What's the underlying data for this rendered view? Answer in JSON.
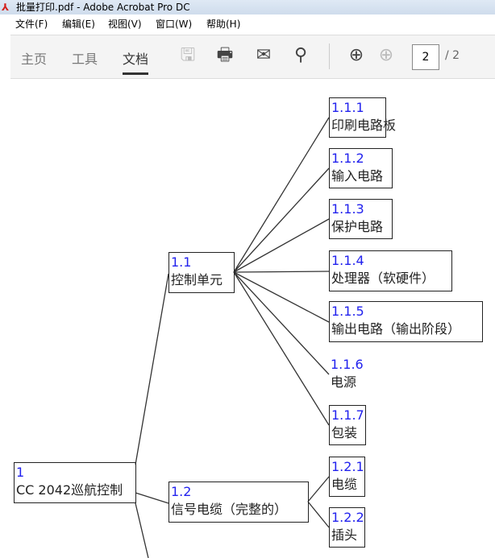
{
  "window": {
    "title": "批量打印.pdf - Adobe Acrobat Pro DC"
  },
  "menu": [
    "文件(F)",
    "编辑(E)",
    "视图(V)",
    "窗口(W)",
    "帮助(H)"
  ],
  "tabs": [
    "主页",
    "工具",
    "文档"
  ],
  "page": {
    "current": "2",
    "total": "/ 2"
  },
  "nodes": [
    {
      "num": "1",
      "label": "CC 2042巡航控制"
    },
    {
      "num": "1.1",
      "label": "控制单元"
    },
    {
      "num": "1.1.1",
      "label": "印刷电路板"
    },
    {
      "num": "1.1.2",
      "label": "输入电路"
    },
    {
      "num": "1.1.3",
      "label": "保护电路"
    },
    {
      "num": "1.1.4",
      "label": "处理器（软硬件）"
    },
    {
      "num": "1.1.5",
      "label": "输出电路（输出阶段）"
    },
    {
      "num": "1.1.6",
      "label": "电源"
    },
    {
      "num": "1.1.7",
      "label": "包装"
    },
    {
      "num": "1.2",
      "label": "信号电缆（完整的）"
    },
    {
      "num": "1.2.1",
      "label": "电缆"
    },
    {
      "num": "1.2.2",
      "label": "插头"
    }
  ]
}
